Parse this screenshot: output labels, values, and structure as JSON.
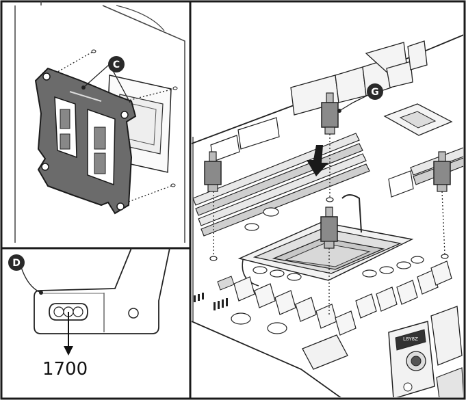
{
  "callouts": {
    "c": "C",
    "d": "D",
    "g": "G"
  },
  "panel_d": {
    "socket_label": "1700"
  },
  "motherboard": {
    "io_label": "L8Y8Z"
  },
  "colors": {
    "frame": "#1a1a1a",
    "backplate": "#6b6b6b",
    "badge": "#2a2a2a",
    "line": "#222222"
  }
}
